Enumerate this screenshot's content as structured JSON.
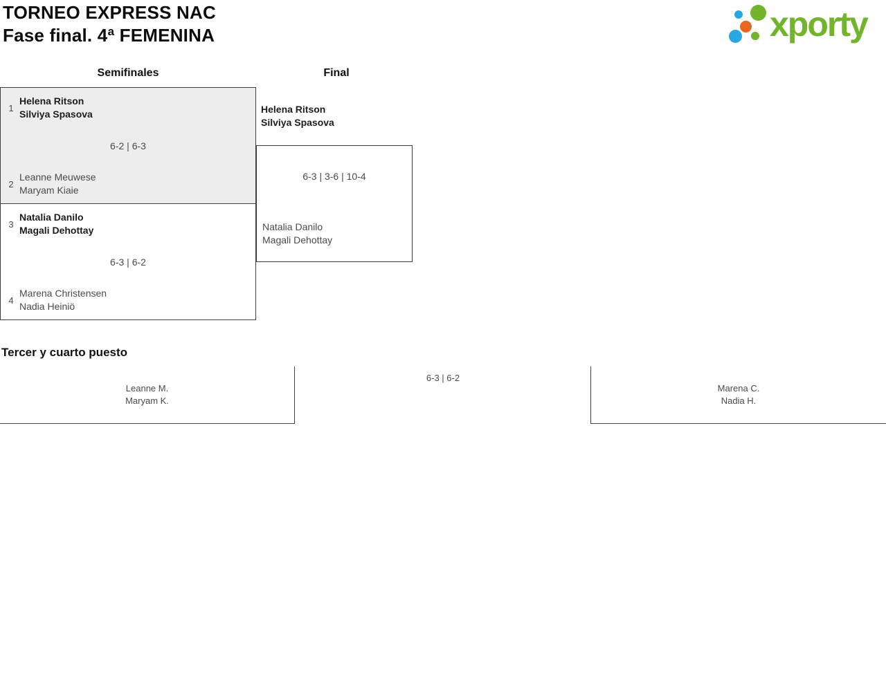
{
  "header": {
    "title_line1": "TORNEO EXPRESS NAC",
    "title_line2": "Fase final. 4ª FEMENINA"
  },
  "logo": {
    "text": "xporty",
    "colors": {
      "green": "#72b42c",
      "blue": "#29a8e0",
      "orange": "#e8671c"
    }
  },
  "columns": {
    "semifinals_label": "Semifinales",
    "final_label": "Final"
  },
  "ui_colors": {
    "border": "#3f3f3f",
    "highlight_box_fill": "#ededed",
    "winner_text": "#1d1d1d",
    "secondary_text": "#4a4a4a"
  },
  "matches": {
    "semifinal_1": {
      "seed_top": "1",
      "team_top": [
        "Helena Ritson",
        "Silviya Spasova"
      ],
      "score": "6-2 | 6-3",
      "seed_bottom": "2",
      "team_bottom": [
        "Leanne Meuwese",
        "Maryam Kiaie"
      ]
    },
    "semifinal_2": {
      "seed_top": "3",
      "team_top": [
        "Natalia Danilo",
        "Magali Dehottay"
      ],
      "score": "6-3 | 6-2",
      "seed_bottom": "4",
      "team_bottom": [
        "Marena Christensen",
        "Nadia Heiniö"
      ]
    },
    "final": {
      "team_top": [
        "Helena Ritson",
        "Silviya Spasova"
      ],
      "score": "6-3 | 3-6 | 10-4",
      "team_bottom": [
        "Natalia Danilo",
        "Magali Dehottay"
      ]
    },
    "third_place": {
      "heading": "Tercer y cuarto puesto",
      "team_left": [
        "Leanne M.",
        "Maryam K."
      ],
      "score": "6-3 | 6-2",
      "team_right": [
        "Marena C.",
        "Nadia H."
      ]
    }
  }
}
